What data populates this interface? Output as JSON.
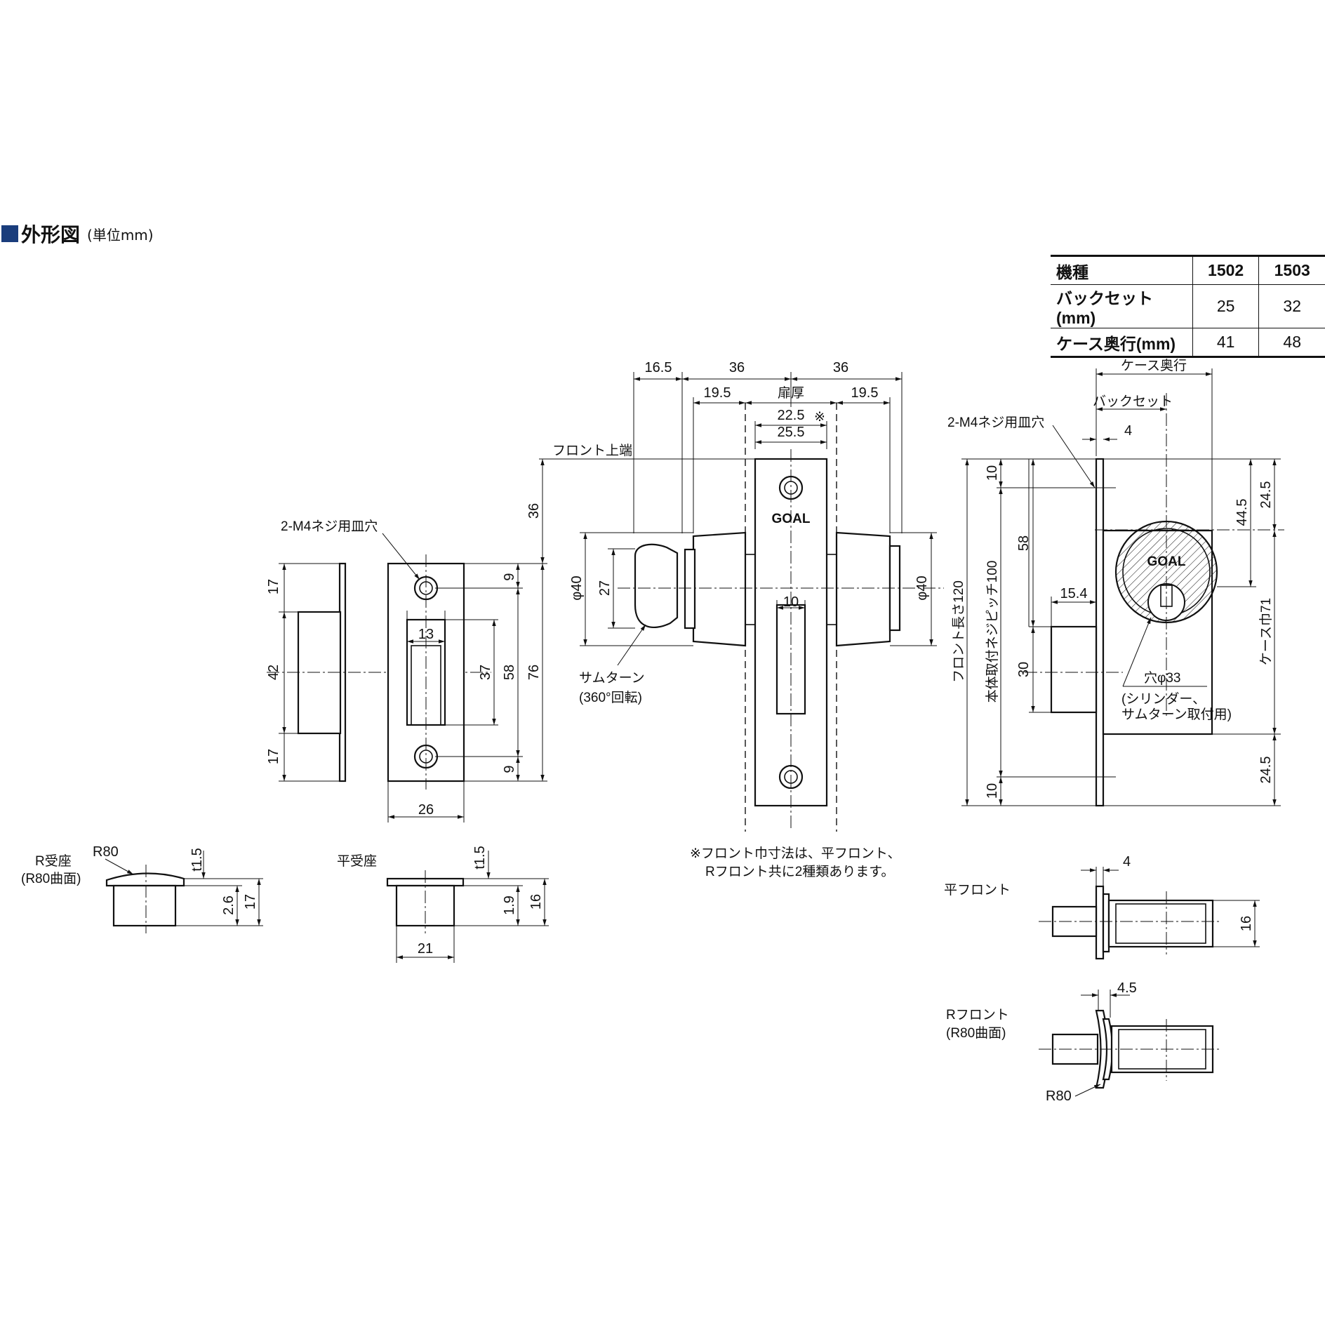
{
  "title": {
    "main": "外形図",
    "unit": "(単位mm)"
  },
  "spec_table": {
    "rows": [
      {
        "label": "機種",
        "v1": "1502",
        "v2": "1503"
      },
      {
        "label": "バックセット(mm)",
        "v1": "25",
        "v2": "32"
      },
      {
        "label": "ケース奥行(mm)",
        "v1": "41",
        "v2": "48"
      }
    ]
  },
  "labels": {
    "strike_holes": "2-M4ネジ用皿穴",
    "front_top": "フロント上端",
    "thumb_turn": "サムターン",
    "thumb_rot": "(360°回転)",
    "door_thk": "扉厚",
    "note1": "※フロント巾寸法は、平フロント、",
    "note2": "Rフロント共に2種類あります。",
    "r_seat": "R受座",
    "r_seat_sub": "(R80曲面)",
    "flat_seat": "平受座",
    "case_depth": "ケース奥行",
    "backset": "バックセット",
    "body_holes": "2-M4ネジ用皿穴",
    "front_len": "フロント長さ120",
    "pitch": "本体取付ネジピッチ100",
    "case_width": "ケース巾71",
    "hole": "穴φ33",
    "hole_sub1": "(シリンダー、",
    "hole_sub2": "サムターン取付用)",
    "flat_front": "平フロント",
    "r_front": "Rフロント",
    "r_front_sub": "(R80曲面)",
    "r80": "R80",
    "brand": "GOAL"
  },
  "dims": {
    "d17a": "17",
    "d42": "42",
    "d17b": "17",
    "d9a": "9",
    "d13": "13",
    "d37": "37",
    "d58s": "58",
    "d76": "76",
    "d9b": "9",
    "d26": "26",
    "d36v": "36",
    "d16_5": "16.5",
    "d36a": "36",
    "d36b": "36",
    "d19_5a": "19.5",
    "d19_5b": "19.5",
    "d22_5": "22.5",
    "d25_5": "25.5",
    "phi40a": "φ40",
    "d27": "27",
    "phi40b": "φ40",
    "d10": "10",
    "d4a": "4",
    "d10a": "10",
    "d58b": "58",
    "d15_4": "15.4",
    "d30": "30",
    "d10b": "10",
    "d24_5a": "24.5",
    "d44_5": "44.5",
    "d24_5b": "24.5",
    "r80a": "R80",
    "t1_5a": "t1.5",
    "d2_6": "2.6",
    "d17c": "17",
    "t1_5b": "t1.5",
    "d1_9": "1.9",
    "d16a": "16",
    "d21": "21",
    "d4b": "4",
    "d16b": "16",
    "d4_5": "4.5"
  }
}
